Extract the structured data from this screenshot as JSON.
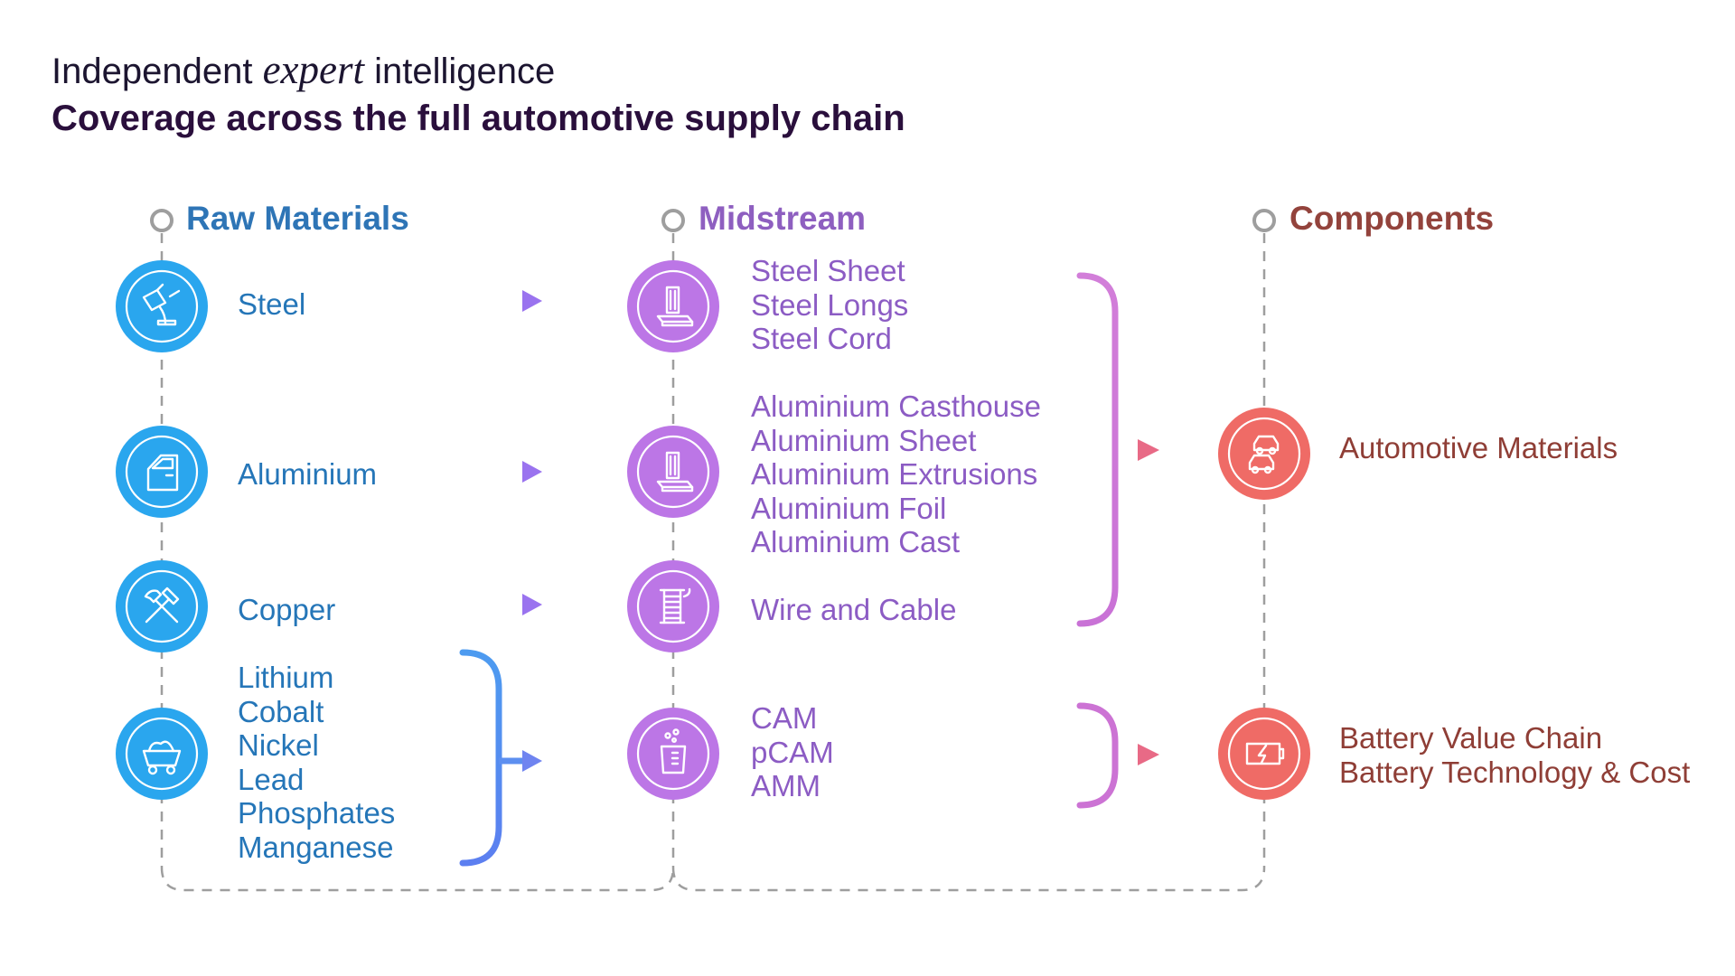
{
  "header": {
    "line1_pre": "Independent",
    "line1_em": "expert",
    "line1_post": "intelligence",
    "line2": "Coverage across the full automotive supply chain"
  },
  "columns": {
    "raw": "Raw Materials",
    "midstream": "Midstream",
    "components": "Components"
  },
  "raw": {
    "steel": "Steel",
    "aluminium": "Aluminium",
    "copper": "Copper",
    "battery_metals": [
      "Lithium",
      "Cobalt",
      "Nickel",
      "Lead",
      "Phosphates",
      "Manganese"
    ]
  },
  "midstream": {
    "steel": [
      "Steel Sheet",
      "Steel Longs",
      "Steel Cord"
    ],
    "aluminium": [
      "Aluminium Casthouse",
      "Aluminium Sheet",
      "Aluminium Extrusions",
      "Aluminium Foil",
      "Aluminium Cast"
    ],
    "copper": "Wire and Cable",
    "battery": [
      "CAM",
      "pCAM",
      "AMM"
    ]
  },
  "components": {
    "auto": "Automotive Materials",
    "battery": [
      "Battery Value Chain",
      "Battery Technology & Cost"
    ]
  },
  "icons": {
    "steel": "ladle-pour-icon",
    "aluminium": "car-door-icon",
    "copper": "crossed-hammers-icon",
    "battery_metals": "mine-cart-icon",
    "steel_mid": "coil-roll-icon",
    "aluminium_mid": "coil-roll-icon",
    "wire": "cable-spool-icon",
    "battery_mid": "beaker-icon",
    "auto": "cars-icon",
    "battery_comp": "battery-icon"
  },
  "colors": {
    "raw": "#2aa6ee",
    "mid": "#bc76e6",
    "comp": "#ef6b66",
    "raw_text": "#2576b8",
    "mid_text": "#8c5cc4",
    "comp_text": "#8f3e36"
  }
}
